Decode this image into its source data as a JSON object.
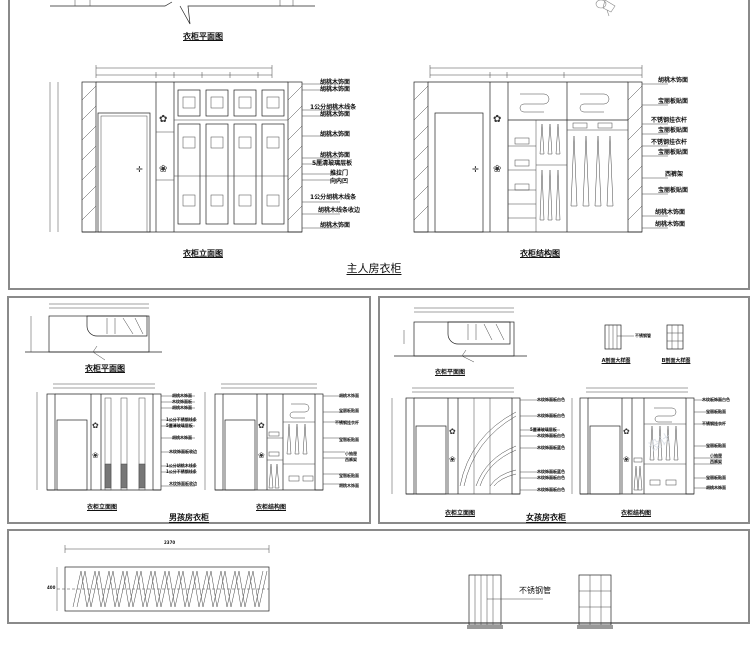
{
  "sheet": {
    "top_panel": {
      "title": "主人房衣柜",
      "plan_caption": "衣柜平面图",
      "elevation_caption": "衣柜立面图",
      "structure_caption": "衣柜结构图",
      "elevation_labels": [
        "胡桃木饰面",
        "胡桃木饰面",
        "1公分胡桃木线条",
        "胡桃木饰面",
        "胡桃木饰面",
        "胡桃木饰面",
        "5厘清玻璃层板",
        "推拉门",
        "向内凹",
        "1公分胡桃木线条",
        "胡桃木线条收边",
        "胡桃木饰面"
      ],
      "structure_labels": [
        "胡桃木饰面",
        "宝丽板贴面",
        "不锈钢挂衣杆",
        "宝丽板贴面",
        "不锈钢挂衣杆",
        "宝丽板贴面",
        "西裤架",
        "宝丽板贴面",
        "胡桃木饰面",
        "胡桃木饰面"
      ]
    },
    "boys_panel": {
      "title": "男孩房衣柜",
      "plan_caption": "衣柜平面图",
      "elevation_caption": "衣柜立面图",
      "structure_caption": "衣柜结构图",
      "elevation_labels": [
        "胡桃木饰面",
        "木纹饰面板",
        "胡桃木饰面",
        "1公分不锈钢线条",
        "5厘清玻璃层板",
        "胡桃木饰面",
        "木纹饰面板收边",
        "1公分胡桃木线条",
        "1公分不锈钢线条",
        "木纹饰面板收边"
      ],
      "structure_labels": [
        "胡桃木饰面",
        "宝丽板贴面",
        "不锈钢挂衣杆",
        "宝丽板贴面",
        "小抽屉",
        "西裤架",
        "宝丽板贴面",
        "胡桃木饰面"
      ]
    },
    "girls_panel": {
      "title": "女孩房衣柜",
      "plan_caption": "衣柜平面图",
      "elevation_caption": "衣柜立面图",
      "structure_caption": "衣柜结构图",
      "detail_label": "不锈钢管",
      "detail_caption_a": "A剖面大样图",
      "detail_caption_b": "B剖面大样图",
      "elevation_labels": [
        "木纹饰面板白色",
        "木纹饰面板白色",
        "5厘清玻璃层板",
        "木纹饰面板白色",
        "木纹饰面板蓝色",
        "木纹饰面板蓝色",
        "木纹饰面板白色",
        "木纹饰面板白色"
      ],
      "structure_labels": [
        "木纹板饰面白色",
        "宝丽板贴面",
        "不锈钢挂衣杆",
        "宝丽板贴面",
        "小抽屉",
        "西裤架",
        "宝丽板贴面",
        "胡桃木饰面"
      ]
    },
    "bottom_panel": {
      "dimension": "2370",
      "height_dim": "400",
      "detail_label": "不锈钢管"
    }
  }
}
